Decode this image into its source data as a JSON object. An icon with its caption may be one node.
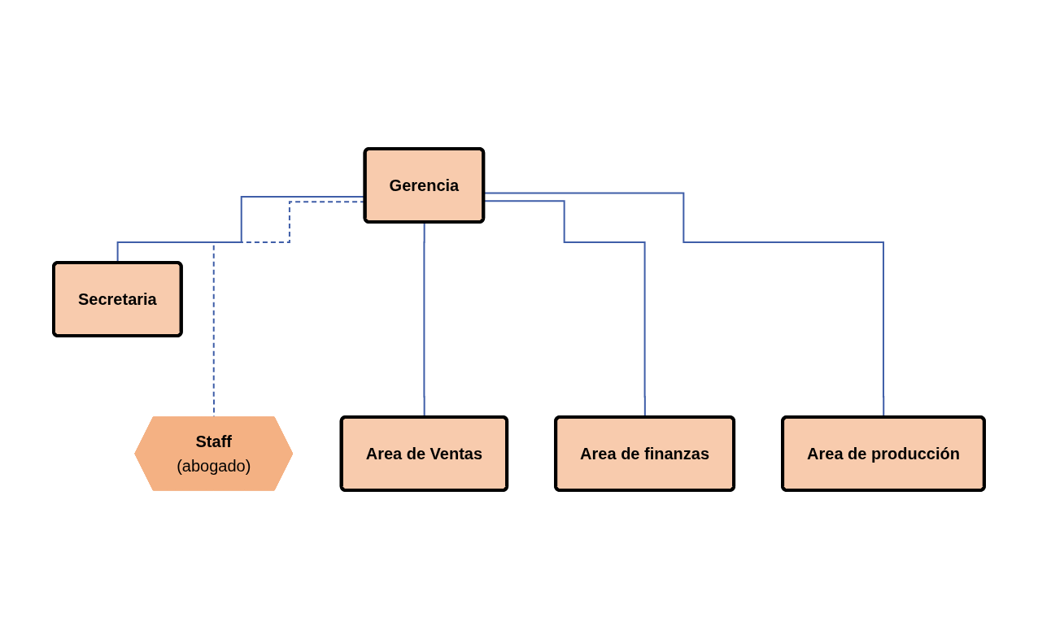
{
  "diagram": {
    "nodes": [
      {
        "text": [
          "Gerencia"
        ]
      },
      {
        "text": [
          "Secretaria"
        ]
      },
      {
        "text": [
          "Staff",
          "(abogado)"
        ]
      },
      {
        "text": [
          "Area de Ventas"
        ]
      },
      {
        "text": [
          "Area de finanzas"
        ]
      },
      {
        "text": [
          "Area de producción"
        ]
      }
    ],
    "edges": [
      {
        "from": 0,
        "to": 1,
        "arrow": "none"
      },
      {
        "from": 0,
        "to": 2,
        "arrow": "none",
        "style": "dashed"
      },
      {
        "from": 0,
        "to": 3,
        "arrow": "none"
      },
      {
        "from": 0,
        "to": 4,
        "arrow": "none"
      },
      {
        "from": 0,
        "to": 5,
        "arrow": "none"
      }
    ]
  }
}
